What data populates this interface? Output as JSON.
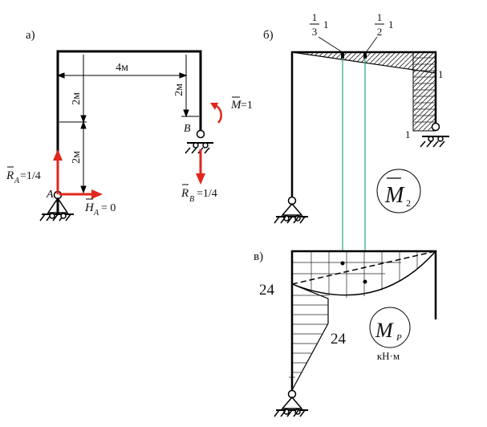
{
  "panel_a": {
    "label": "а)",
    "dim_width": "4м",
    "dim_left_upper": "2м",
    "dim_left_lower": "2м",
    "dim_right": "2м",
    "node_A": "A",
    "node_B": "B",
    "reaction_RA": {
      "sym": "R",
      "sub": "A",
      "value": "=1/4"
    },
    "reaction_HA": {
      "sym": "H",
      "sub": "A",
      "value": "= 0"
    },
    "reaction_RB": {
      "sym": "R",
      "sub": "B",
      "value": "=1/4"
    },
    "moment_M": {
      "sym": "M",
      "value": "=1"
    },
    "accent_color": "#e0261d"
  },
  "panel_b": {
    "label": "б)",
    "frac1": {
      "num": "1",
      "den": "3",
      "tail": "1"
    },
    "frac2": {
      "num": "1",
      "den": "2",
      "tail": "1"
    },
    "ordinate_right_top": "1",
    "ordinate_right_bottom": "1",
    "diagram_title": {
      "sym": "M",
      "sub": "2"
    }
  },
  "panel_c": {
    "label": "в)",
    "ordinate_left": "24",
    "ordinate_column": "24",
    "diagram_title": {
      "sym": "M",
      "sub": "P"
    },
    "units": "кН·м",
    "link_color": "#2aa37a"
  }
}
